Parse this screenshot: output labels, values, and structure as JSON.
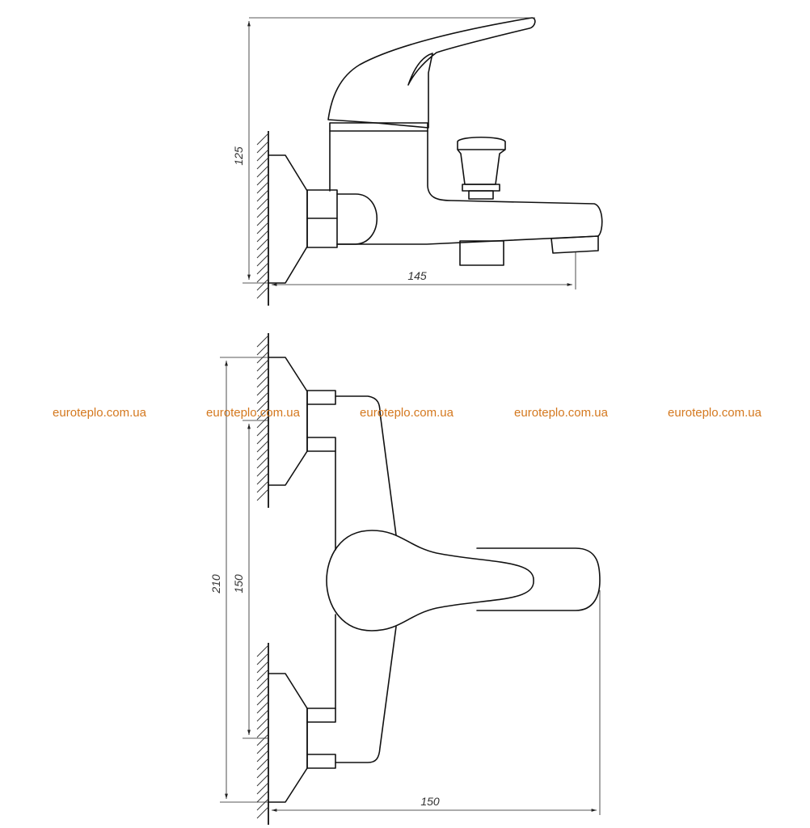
{
  "dimensions": {
    "side_height": "125",
    "side_length": "145",
    "front_total": "210",
    "front_spacing": "150",
    "front_length": "150"
  },
  "watermarks": [
    "euroteplo.com.ua",
    "euroteplo.com.ua",
    "euroteplo.com.ua",
    "euroteplo.com.ua",
    "euroteplo.com.ua"
  ],
  "colors": {
    "line": "#111111",
    "watermark": "#d4781e",
    "background": "#ffffff"
  }
}
